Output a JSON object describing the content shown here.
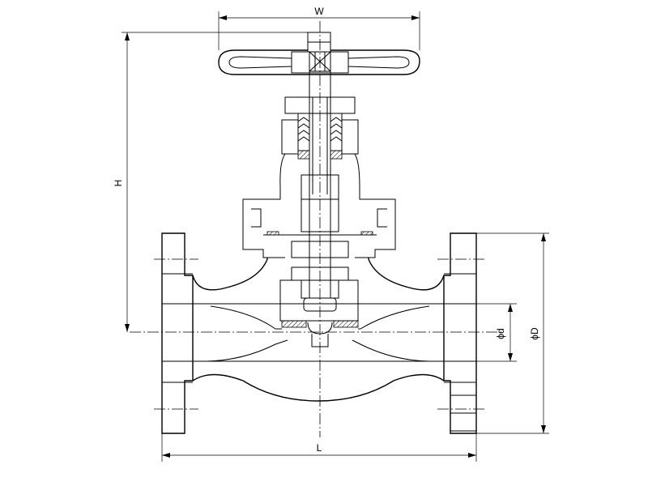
{
  "drawing": {
    "dimension_labels": {
      "width": "W",
      "height": "H",
      "length": "L",
      "bore": "ϕd",
      "flange_diameter": "ϕD"
    }
  }
}
